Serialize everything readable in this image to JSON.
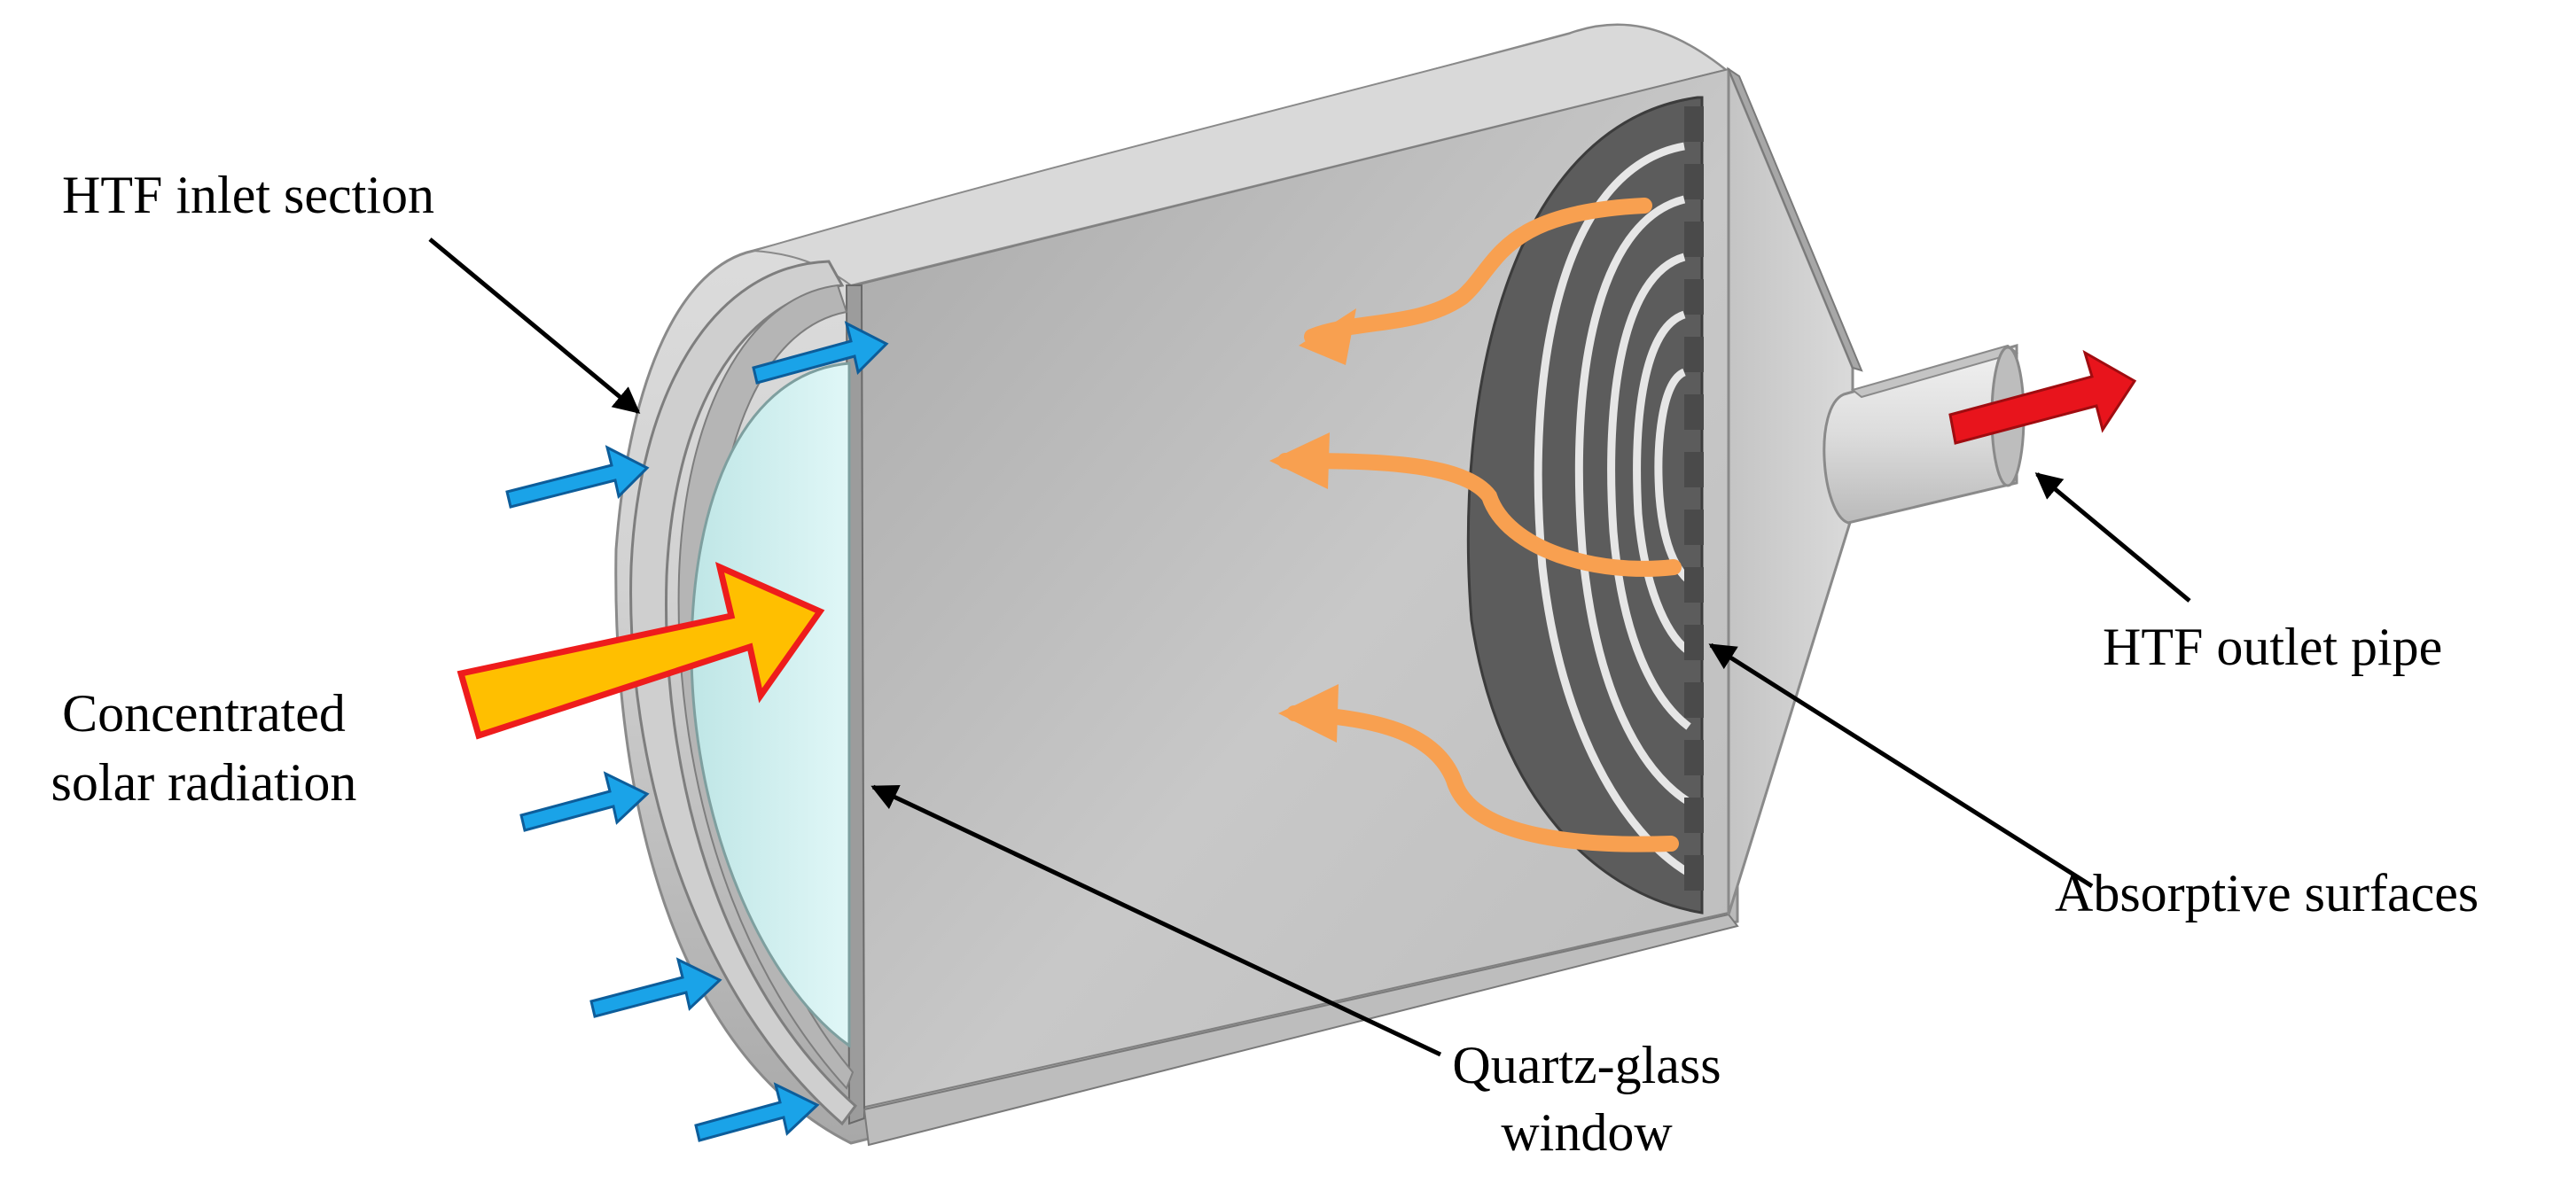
{
  "labels": {
    "htf_inlet": "HTF inlet section",
    "concentrated_line1": "Concentrated",
    "concentrated_line2": "solar radiation",
    "htf_outlet": "HTF outlet pipe",
    "absorptive": "Absorptive surfaces",
    "quartz_line1": "Quartz-glass",
    "quartz_line2": "window"
  },
  "colors": {
    "body_gray": "#c9c9c9",
    "dark_gray": "#6e6e6e",
    "window": "#d8f1f1",
    "inlet_arrow": "#1aa3e8",
    "solar_arrow_fill": "#ffbf00",
    "solar_arrow_stroke": "#ee1c1c",
    "outlet_arrow": "#e8141c",
    "flow_arrow": "#f8a050",
    "leader": "#000000"
  }
}
